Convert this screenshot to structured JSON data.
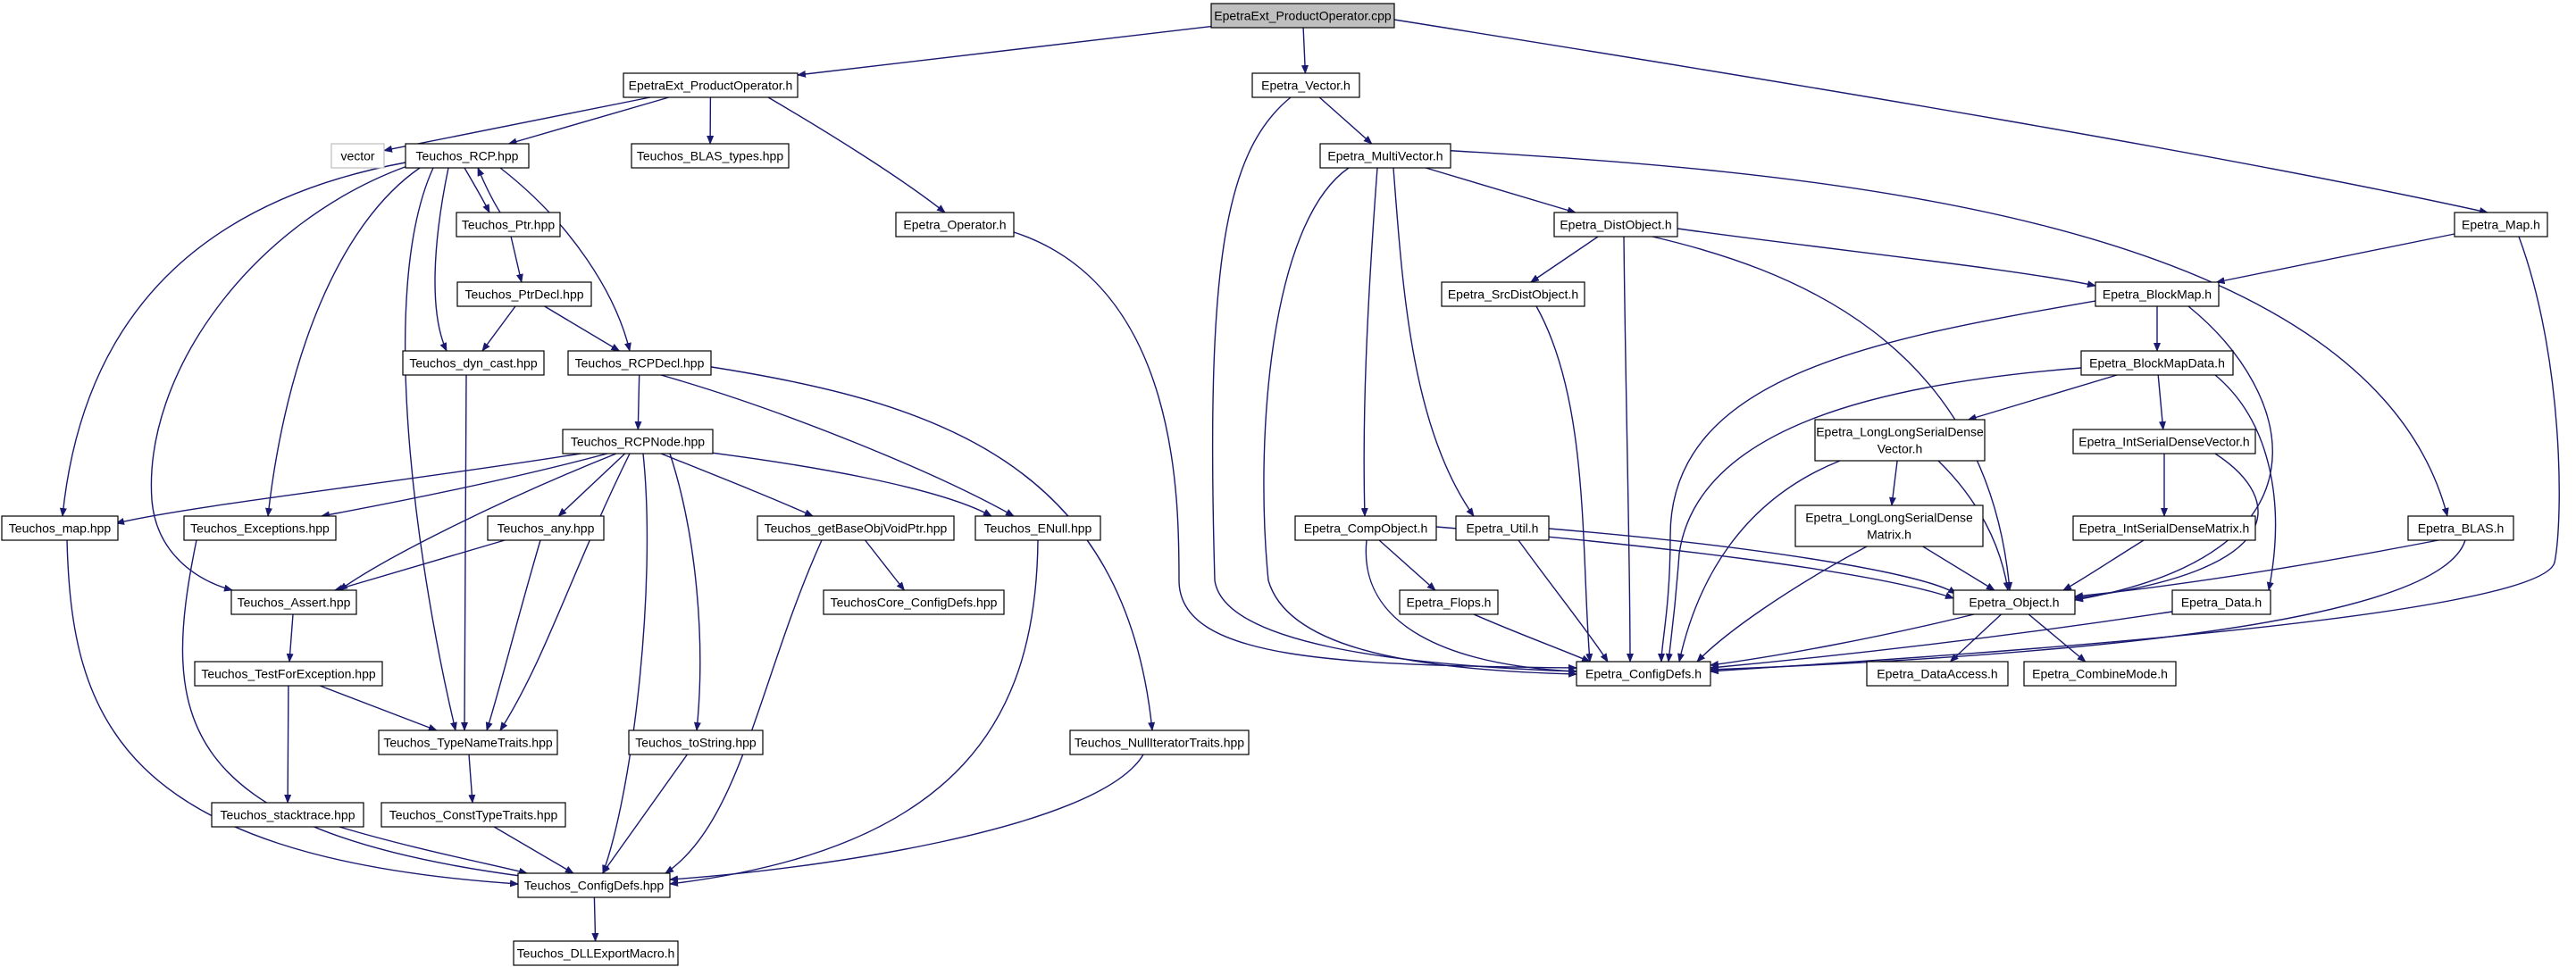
{
  "graph": {
    "nodes": [
      {
        "id": "n0",
        "label": "EpetraExt_ProductOperator.cpp",
        "style": "root"
      },
      {
        "id": "n1",
        "label": "EpetraExt_ProductOperator.h"
      },
      {
        "id": "n2",
        "label": "vector",
        "style": "external"
      },
      {
        "id": "n3",
        "label": "Teuchos_RCP.hpp"
      },
      {
        "id": "n4",
        "label": "Teuchos_BLAS_types.hpp"
      },
      {
        "id": "n5",
        "label": "Epetra_Operator.h"
      },
      {
        "id": "n6",
        "label": "Teuchos_Ptr.hpp"
      },
      {
        "id": "n7",
        "label": "Teuchos_PtrDecl.hpp"
      },
      {
        "id": "n8",
        "label": "Teuchos_dyn_cast.hpp"
      },
      {
        "id": "n9",
        "label": "Teuchos_RCPDecl.hpp"
      },
      {
        "id": "n10",
        "label": "Teuchos_RCPNode.hpp"
      },
      {
        "id": "n11",
        "label": "Teuchos_map.hpp"
      },
      {
        "id": "n12",
        "label": "Teuchos_Exceptions.hpp"
      },
      {
        "id": "n13",
        "label": "Teuchos_any.hpp"
      },
      {
        "id": "n14",
        "label": "Teuchos_getBaseObjVoidPtr.hpp"
      },
      {
        "id": "n15",
        "label": "Teuchos_ENull.hpp"
      },
      {
        "id": "n16",
        "label": "TeuchosCore_ConfigDefs.hpp"
      },
      {
        "id": "n17",
        "label": "Teuchos_Assert.hpp"
      },
      {
        "id": "n18",
        "label": "Teuchos_TestForException.hpp"
      },
      {
        "id": "n19",
        "label": "Teuchos_TypeNameTraits.hpp"
      },
      {
        "id": "n20",
        "label": "Teuchos_toString.hpp"
      },
      {
        "id": "n21",
        "label": "Teuchos_NullIteratorTraits.hpp"
      },
      {
        "id": "n22",
        "label": "Teuchos_stacktrace.hpp"
      },
      {
        "id": "n23",
        "label": "Teuchos_ConstTypeTraits.hpp"
      },
      {
        "id": "n24",
        "label": "Teuchos_ConfigDefs.hpp"
      },
      {
        "id": "n25",
        "label": "Teuchos_DLLExportMacro.h"
      },
      {
        "id": "n26",
        "label": "Epetra_Vector.h"
      },
      {
        "id": "n27",
        "label": "Epetra_MultiVector.h"
      },
      {
        "id": "n28",
        "label": "Epetra_DistObject.h"
      },
      {
        "id": "n29",
        "label": "Epetra_SrcDistObject.h"
      },
      {
        "id": "n30",
        "label": "Epetra_Map.h"
      },
      {
        "id": "n31",
        "label": "Epetra_BlockMap.h"
      },
      {
        "id": "n32",
        "label": "Epetra_BlockMapData.h"
      },
      {
        "id": "n33",
        "label": [
          "Epetra_LongLongSerialDense",
          "Vector.h"
        ]
      },
      {
        "id": "n34",
        "label": "Epetra_IntSerialDenseVector.h"
      },
      {
        "id": "n35",
        "label": [
          "Epetra_LongLongSerialDense",
          "Matrix.h"
        ]
      },
      {
        "id": "n36",
        "label": "Epetra_IntSerialDenseMatrix.h"
      },
      {
        "id": "n37",
        "label": "Epetra_CompObject.h"
      },
      {
        "id": "n38",
        "label": "Epetra_Util.h"
      },
      {
        "id": "n39",
        "label": "Epetra_BLAS.h"
      },
      {
        "id": "n40",
        "label": "Epetra_Flops.h"
      },
      {
        "id": "n41",
        "label": "Epetra_Object.h"
      },
      {
        "id": "n42",
        "label": "Epetra_Data.h"
      },
      {
        "id": "n43",
        "label": "Epetra_ConfigDefs.h"
      },
      {
        "id": "n44",
        "label": "Epetra_DataAccess.h"
      },
      {
        "id": "n45",
        "label": "Epetra_CombineMode.h"
      }
    ],
    "edges": [
      [
        "n0",
        "n1"
      ],
      [
        "n0",
        "n26"
      ],
      [
        "n0",
        "n30"
      ],
      [
        "n1",
        "n2"
      ],
      [
        "n1",
        "n3"
      ],
      [
        "n1",
        "n4"
      ],
      [
        "n1",
        "n5"
      ],
      [
        "n3",
        "n6"
      ],
      [
        "n3",
        "n8"
      ],
      [
        "n3",
        "n9"
      ],
      [
        "n3",
        "n11"
      ],
      [
        "n3",
        "n12"
      ],
      [
        "n3",
        "n17"
      ],
      [
        "n3",
        "n19"
      ],
      [
        "n6",
        "n3"
      ],
      [
        "n6",
        "n7"
      ],
      [
        "n7",
        "n8"
      ],
      [
        "n7",
        "n9"
      ],
      [
        "n8",
        "n19"
      ],
      [
        "n9",
        "n10"
      ],
      [
        "n9",
        "n15"
      ],
      [
        "n9",
        "n21"
      ],
      [
        "n10",
        "n11"
      ],
      [
        "n10",
        "n12"
      ],
      [
        "n10",
        "n13"
      ],
      [
        "n10",
        "n14"
      ],
      [
        "n10",
        "n15"
      ],
      [
        "n10",
        "n17"
      ],
      [
        "n10",
        "n19"
      ],
      [
        "n10",
        "n20"
      ],
      [
        "n10",
        "n24"
      ],
      [
        "n11",
        "n24"
      ],
      [
        "n12",
        "n24"
      ],
      [
        "n13",
        "n17"
      ],
      [
        "n13",
        "n19"
      ],
      [
        "n14",
        "n16"
      ],
      [
        "n14",
        "n24"
      ],
      [
        "n15",
        "n24"
      ],
      [
        "n17",
        "n18"
      ],
      [
        "n18",
        "n19"
      ],
      [
        "n18",
        "n22"
      ],
      [
        "n19",
        "n23"
      ],
      [
        "n20",
        "n24"
      ],
      [
        "n21",
        "n24"
      ],
      [
        "n22",
        "n24"
      ],
      [
        "n23",
        "n24"
      ],
      [
        "n24",
        "n25"
      ],
      [
        "n5",
        "n43"
      ],
      [
        "n26",
        "n27"
      ],
      [
        "n26",
        "n43"
      ],
      [
        "n27",
        "n28"
      ],
      [
        "n27",
        "n37"
      ],
      [
        "n27",
        "n38"
      ],
      [
        "n27",
        "n39"
      ],
      [
        "n27",
        "n43"
      ],
      [
        "n28",
        "n29"
      ],
      [
        "n28",
        "n31"
      ],
      [
        "n28",
        "n41"
      ],
      [
        "n28",
        "n43"
      ],
      [
        "n29",
        "n43"
      ],
      [
        "n30",
        "n31"
      ],
      [
        "n30",
        "n43"
      ],
      [
        "n31",
        "n32"
      ],
      [
        "n31",
        "n41"
      ],
      [
        "n31",
        "n43"
      ],
      [
        "n32",
        "n33"
      ],
      [
        "n32",
        "n34"
      ],
      [
        "n32",
        "n42"
      ],
      [
        "n32",
        "n43"
      ],
      [
        "n33",
        "n35"
      ],
      [
        "n33",
        "n41"
      ],
      [
        "n33",
        "n43"
      ],
      [
        "n34",
        "n36"
      ],
      [
        "n34",
        "n41"
      ],
      [
        "n35",
        "n41"
      ],
      [
        "n35",
        "n43"
      ],
      [
        "n36",
        "n41"
      ],
      [
        "n37",
        "n40"
      ],
      [
        "n37",
        "n41"
      ],
      [
        "n37",
        "n43"
      ],
      [
        "n38",
        "n41"
      ],
      [
        "n38",
        "n43"
      ],
      [
        "n39",
        "n41"
      ],
      [
        "n39",
        "n43"
      ],
      [
        "n40",
        "n43"
      ],
      [
        "n41",
        "n43"
      ],
      [
        "n41",
        "n44"
      ],
      [
        "n41",
        "n45"
      ],
      [
        "n42",
        "n43"
      ]
    ],
    "colors": {
      "edge": "#191970",
      "node_border": "#000000",
      "root_fill": "#bfbfbf",
      "external_border": "#bfbfbf",
      "text": "#000000"
    }
  }
}
